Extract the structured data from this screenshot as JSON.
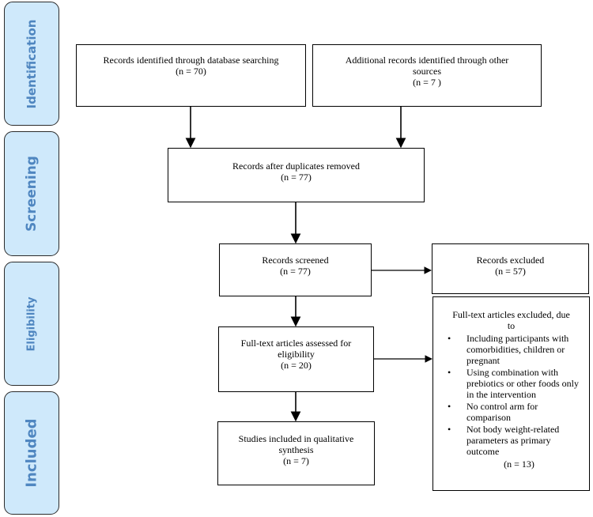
{
  "phases": {
    "identification": "Identification",
    "screening": "Screening",
    "eligibility": "Eligibility",
    "included": "Included"
  },
  "boxes": {
    "db_search": {
      "label": "Records identified through database searching",
      "count": "(n = 70)"
    },
    "other_sources": {
      "label": "Additional records identified through other sources",
      "count": "(n = 7 )"
    },
    "after_duplicates": {
      "label": "Records after duplicates removed",
      "count": "(n = 77)"
    },
    "screened": {
      "label": "Records screened",
      "count": "(n = 77)"
    },
    "excluded": {
      "label": "Records excluded",
      "count": "(n = 57)"
    },
    "fulltext_assessed": {
      "label": "Full-text articles assessed for eligibility",
      "count": "(n = 20)"
    },
    "fulltext_excluded": {
      "label": "Full-text articles excluded, due to",
      "reasons": [
        "Including participants with comorbidities, children or pregnant",
        "Using combination with prebiotics or other foods only in the intervention",
        "No control arm for comparison",
        "Not body weight-related parameters as primary outcome"
      ],
      "count": "(n = 13)"
    },
    "included": {
      "label": "Studies included in qualitative synthesis",
      "count": "(n = 7)"
    }
  },
  "colors": {
    "phase_fill": "#cfe9fb",
    "phase_text": "#4f86c0",
    "border": "#000000"
  }
}
